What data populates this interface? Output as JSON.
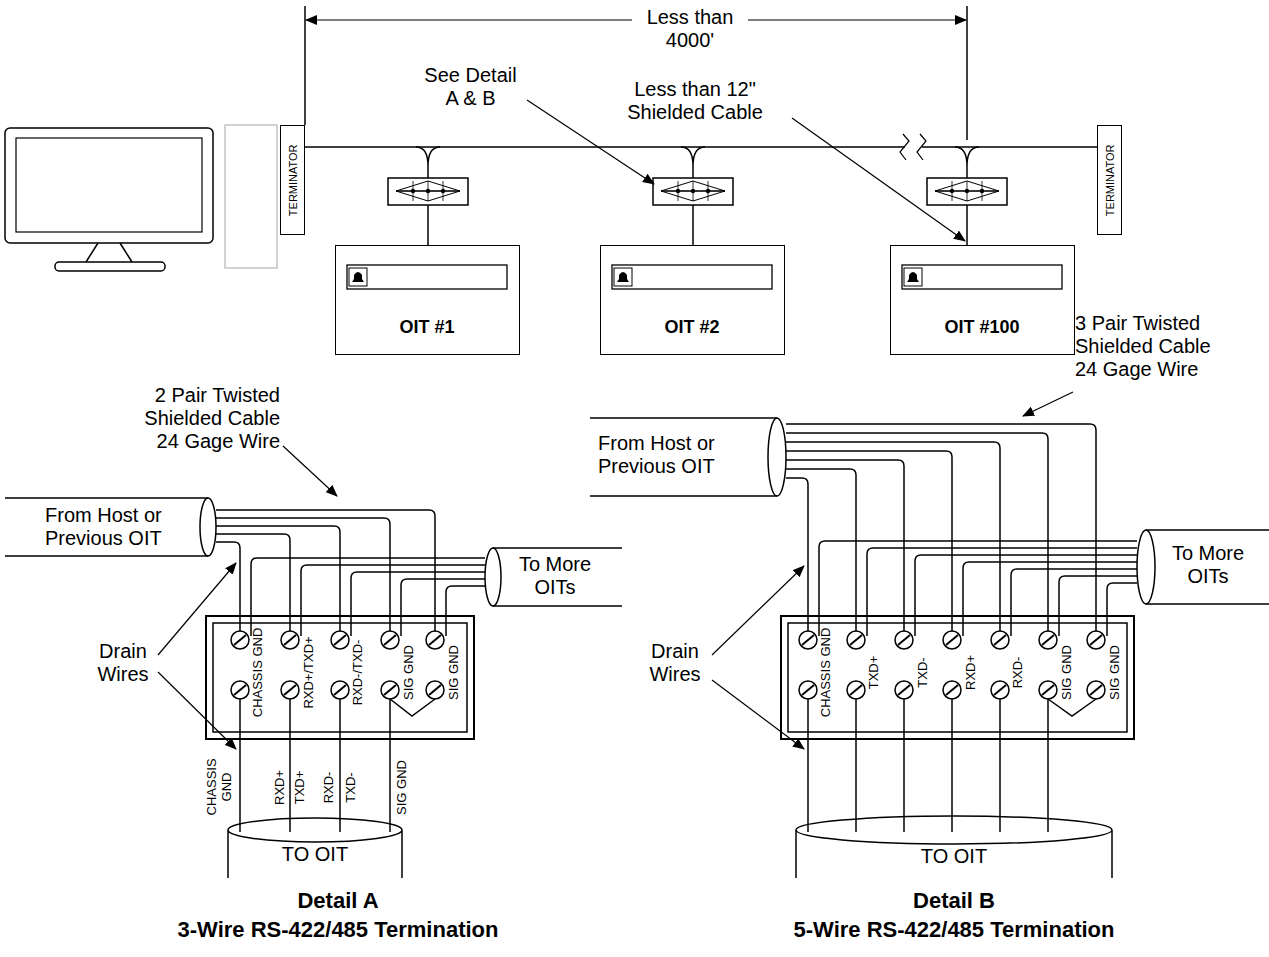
{
  "diagram": {
    "nodes": [
      {
        "text": [
          "TERMINATOR"
        ]
      },
      {
        "text": [
          "OIT #1"
        ]
      },
      {
        "text": [
          "OIT #2"
        ]
      },
      {
        "text": [
          "OIT #100"
        ]
      },
      {
        "text": [
          "TERMINATOR"
        ]
      },
      {
        "text": [
          "CHASSIS GND",
          "RXD+/TXD+",
          "RXD-/TXD-",
          "SIG GND",
          "SIG GND"
        ]
      },
      {
        "text": [
          "CHASSIS GND",
          "TXD+",
          "TXD-",
          "RXD+",
          "RXD-",
          "SIG GND",
          "SIG GND"
        ]
      }
    ],
    "edges": [
      {
        "from": 0,
        "to": 4,
        "arrow": "none"
      }
    ],
    "labels": [
      "Less than 4000'",
      "See Detail A & B",
      "Less than 12\" Shielded Cable",
      "2 Pair Twisted Shielded Cable 24 Gage Wire",
      "From Host or Previous OIT",
      "To More OITs",
      "Drain Wires",
      "CHASSIS GND",
      "RXD+",
      "TXD+",
      "RXD-",
      "TXD-",
      "SIG GND",
      "TO OIT",
      "Detail A",
      "3-Wire RS-422/485 Termination",
      "3 Pair Twisted Shielded Cable 24 Gage Wire",
      "From Host or Previous OIT",
      "To More OITs",
      "Drain Wires",
      "TO OIT",
      "Detail B",
      "5-Wire RS-422/485 Termination"
    ]
  }
}
